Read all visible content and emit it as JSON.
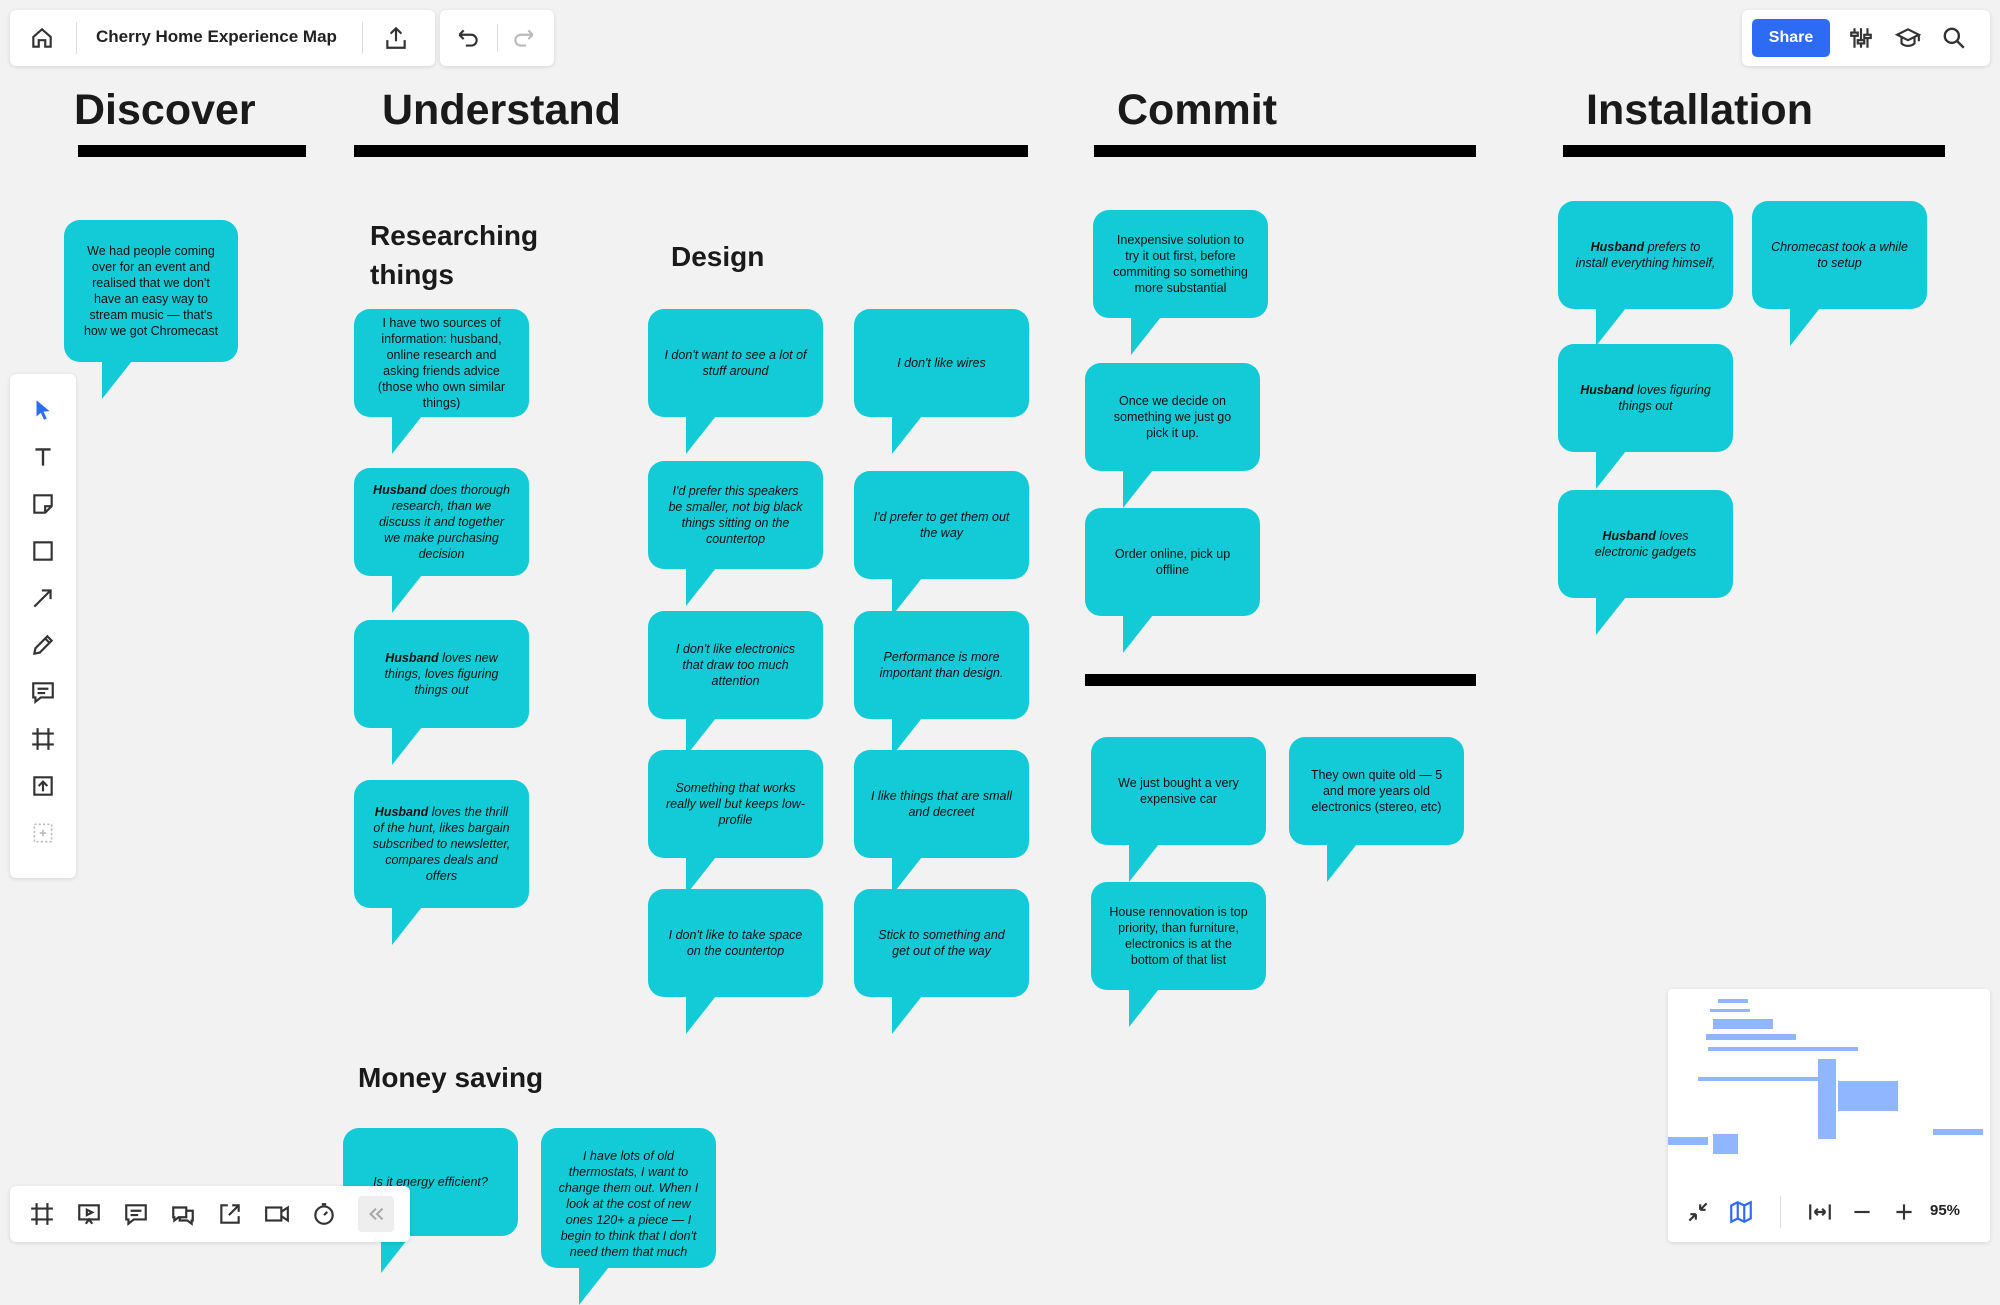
{
  "topbar": {
    "home_icon": "home-icon",
    "board_title": "Cherry Home Experience Map",
    "export_icon": "upload-icon",
    "undo_icon": "undo-icon",
    "redo_icon": "redo-icon",
    "share_label": "Share",
    "settings_icon": "sliders-icon",
    "learn_icon": "graduation-cap-icon",
    "search_icon": "search-icon",
    "accent_color": "#2d6bf5"
  },
  "sections": {
    "discover": "Discover",
    "understand": "Understand",
    "commit": "Commit",
    "installation": "Installation",
    "researching": "Researching things",
    "design": "Design",
    "money_saving": "Money saving"
  },
  "bubble_color": "#13cbd6",
  "notes": {
    "discover_1": "We had people coming over for an event and realised that we don't have an easy way to stream music — that's how we got Chromecast",
    "research_1": "I have two sources of information: husband, online research and asking friends advice (those who own similar things)",
    "research_2_bold": "Husband",
    "research_2": " does thorough research, than we discuss it and together we make purchasing decision",
    "research_3_bold": "Husband",
    "research_3": " loves new things, loves figuring things out",
    "research_4_bold": "Husband",
    "research_4": " loves the thrill of the hunt, likes bargain subscribed to newsletter, compares deals and offers",
    "design_1": "I don't want to see a lot of stuff around",
    "design_2": "I don't like wires",
    "design_3": "I'd prefer this speakers be smaller, not big black things sitting on the countertop",
    "design_4": "I'd prefer to get them out the way",
    "design_5": "I don't like electronics that draw too much attention",
    "design_6": "Performance is more important than design.",
    "design_7": "Something that works really well but keeps low-profile",
    "design_8": "I like things that are small and decreet",
    "design_9": "I don't like to take space on the countertop",
    "design_10": "Stick to something and get out of the way",
    "money_1": "Is it energy efficient?",
    "money_2": "I have lots of old thermostats, I want to change them out. When I look at the cost of new ones 120+ a piece — I begin to think that I don't need them that much",
    "commit_1": "Inexpensive solution to try it out first, before commiting so something more substantial",
    "commit_2": "Once we decide on something we just go pick it up.",
    "commit_3": "Order online, pick up offline",
    "commit_4": "We just bought a very expensive car",
    "commit_5": "They own quite old — 5 and more years old electronics (stereo, etc)",
    "commit_6": "House rennovation is top priority, than furniture, electronics is at the bottom of that list",
    "install_1_bold": "Husband",
    "install_1": " prefers to install everything himself,",
    "install_2": "Chromecast took a while to setup",
    "install_3_bold": "Husband",
    "install_3": "  loves figuring things out",
    "install_4_bold": "Husband",
    "install_4": "  loves electronic gadgets"
  },
  "left_toolbar": [
    "select-icon",
    "text-icon",
    "sticky-note-icon",
    "rectangle-icon",
    "arrow-line-icon",
    "pen-icon",
    "comment-icon",
    "frame-icon",
    "upload-icon",
    "add-more-icon"
  ],
  "bottom_toolbar": [
    "frames-icon",
    "presentation-icon",
    "list-icon",
    "chat-icon",
    "share-screen-icon",
    "video-icon",
    "timer-icon",
    "collapse-icon"
  ],
  "zoom": {
    "level": "95%",
    "fit_icon": "fit-screen-icon",
    "map_icon": "map-icon",
    "width_icon": "fit-width-icon",
    "zoom_out_icon": "minus-icon",
    "zoom_in_icon": "plus-icon"
  }
}
